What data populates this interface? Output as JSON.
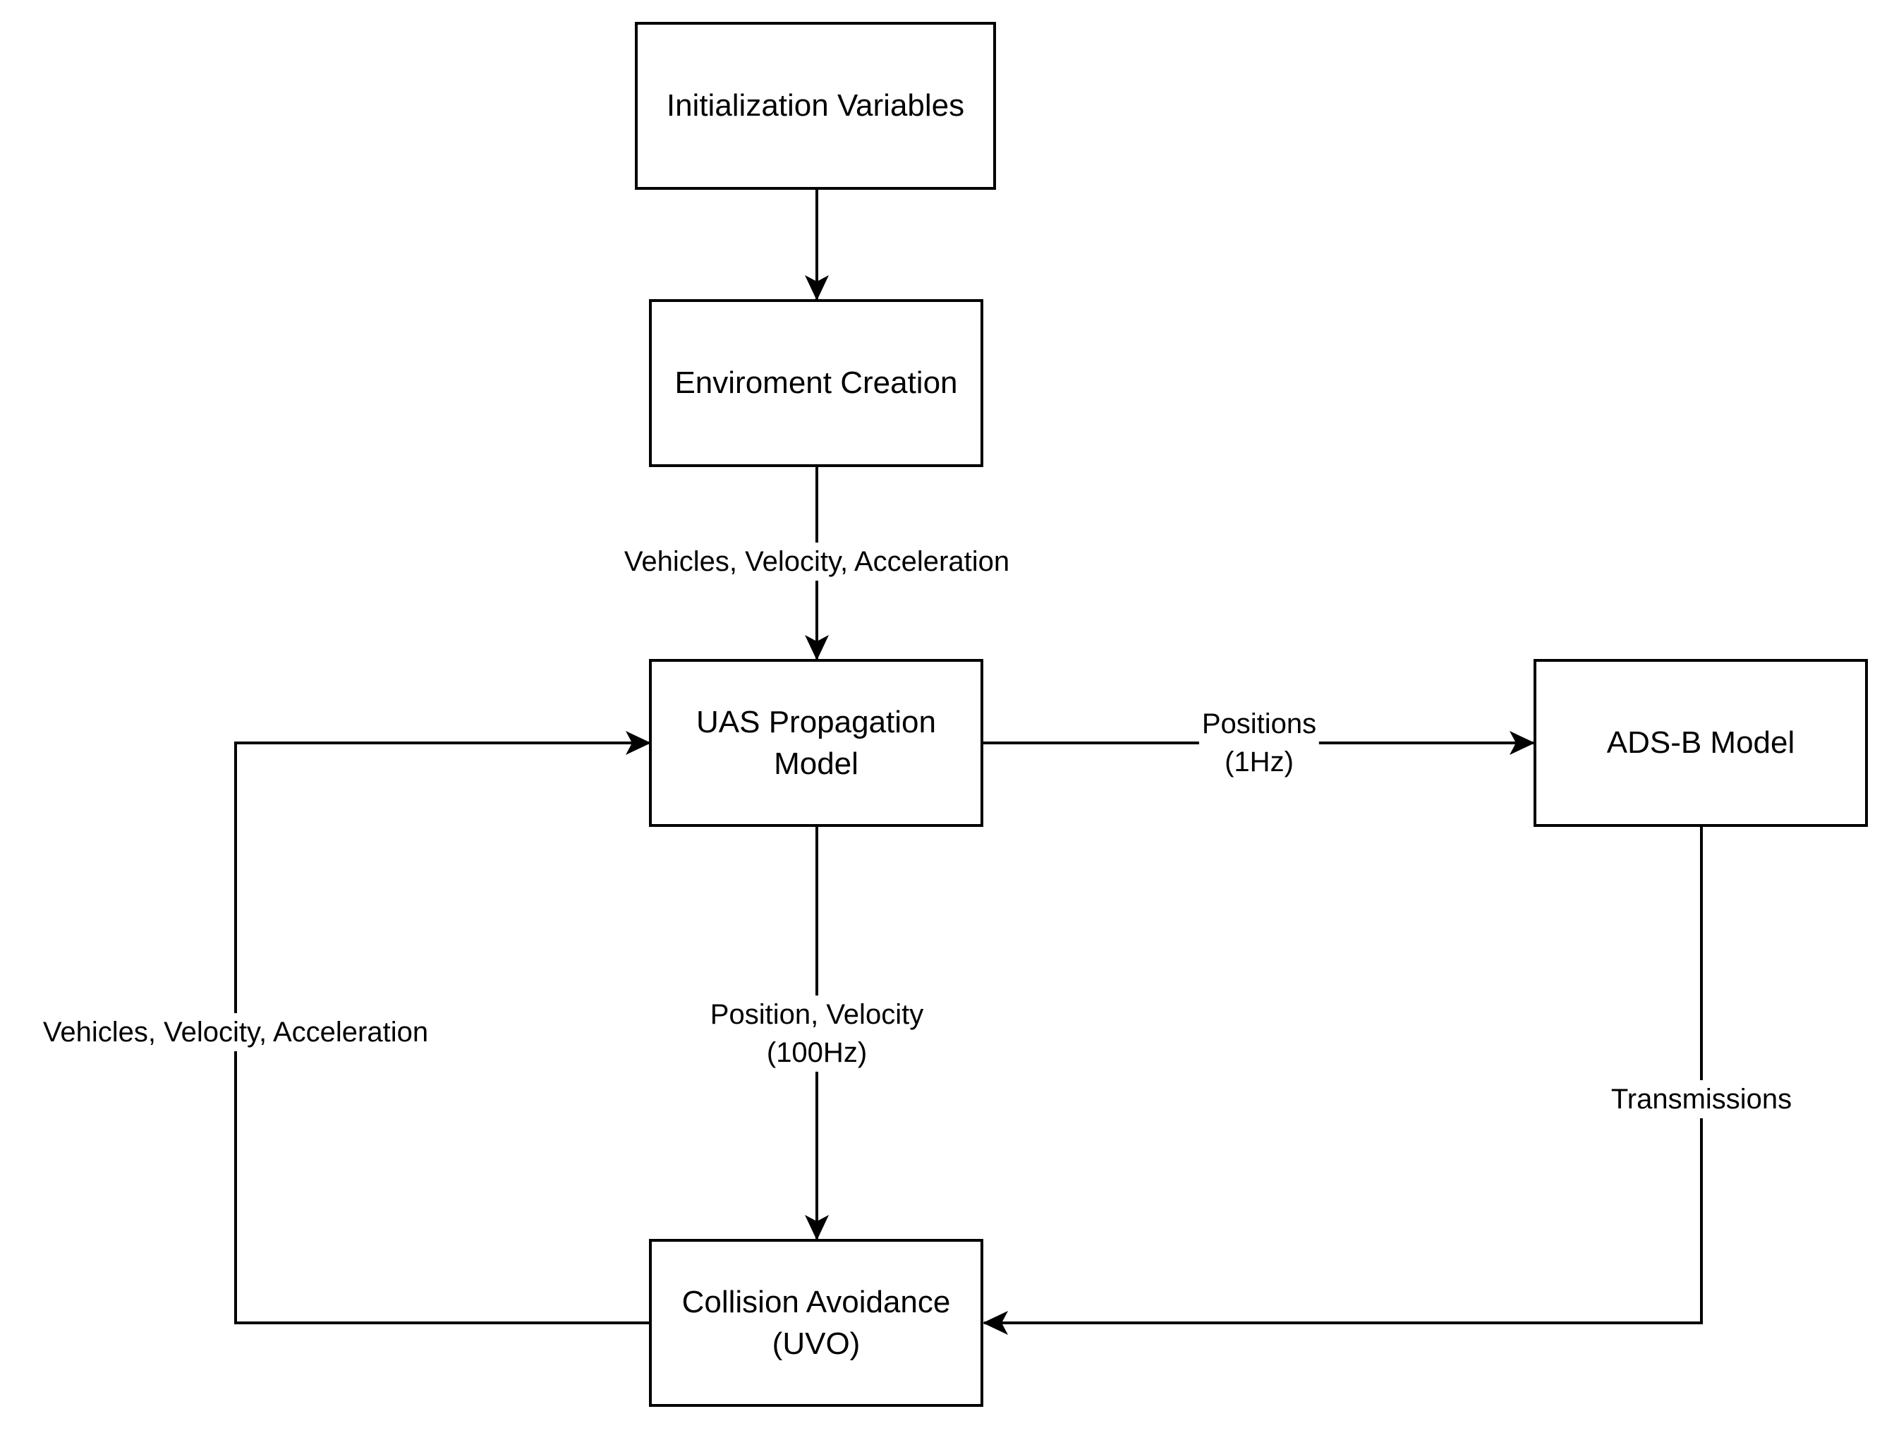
{
  "nodes": {
    "init": {
      "line1": "Initialization Variables"
    },
    "env": {
      "line1": "Enviroment Creation"
    },
    "uas": {
      "line1": "UAS Propagation",
      "line2": "Model"
    },
    "adsb": {
      "line1": "ADS-B Model"
    },
    "ca": {
      "line1": "Collision Avoidance",
      "line2": "(UVO)"
    }
  },
  "edges": {
    "env_to_uas": {
      "line1": "Vehicles, Velocity, Acceleration"
    },
    "uas_to_adsb": {
      "line1": "Positions",
      "line2": "(1Hz)"
    },
    "uas_to_ca": {
      "line1": "Position, Velocity",
      "line2": "(100Hz)"
    },
    "adsb_to_ca": {
      "line1": "Transmissions"
    },
    "ca_to_uas": {
      "line1": "Vehicles, Velocity, Acceleration"
    }
  },
  "colors": {
    "stroke": "#000000",
    "background": "#ffffff"
  }
}
